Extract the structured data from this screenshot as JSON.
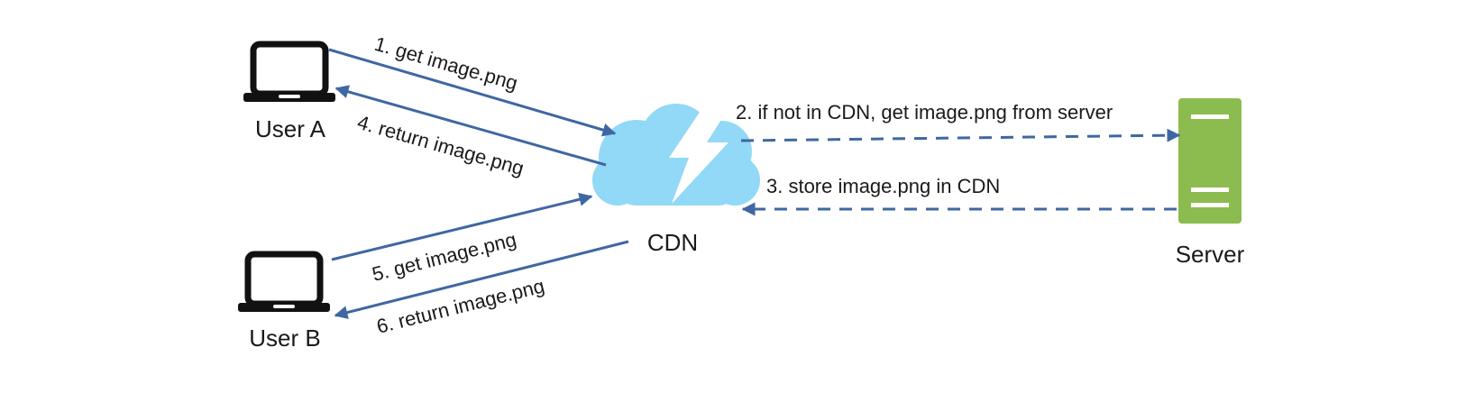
{
  "nodes": {
    "user_a": {
      "label": "User A",
      "icon": "laptop-icon"
    },
    "user_b": {
      "label": "User B",
      "icon": "laptop-icon"
    },
    "cdn": {
      "label": "CDN",
      "icon": "cloud-lightning-icon"
    },
    "server": {
      "label": "Server",
      "icon": "server-icon"
    }
  },
  "edges": [
    {
      "label": "1. get image.png",
      "from": "User A",
      "to": "CDN",
      "style": "solid"
    },
    {
      "label": "2. if not in CDN, get image.png from server",
      "from": "CDN",
      "to": "Server",
      "style": "dashed"
    },
    {
      "label": "3. store image.png in CDN",
      "from": "Server",
      "to": "CDN",
      "style": "dashed"
    },
    {
      "label": "4. return image.png",
      "from": "CDN",
      "to": "User A",
      "style": "solid"
    },
    {
      "label": "5. get image.png",
      "from": "User B",
      "to": "CDN",
      "style": "solid"
    },
    {
      "label": "6. return image.png",
      "from": "CDN",
      "to": "User B",
      "style": "solid"
    }
  ],
  "colors": {
    "arrow": "#3f67a3",
    "cloud": "#92d8f7",
    "server": "#8cbb4f",
    "laptop": "#111111",
    "text": "#1a1a1a"
  }
}
